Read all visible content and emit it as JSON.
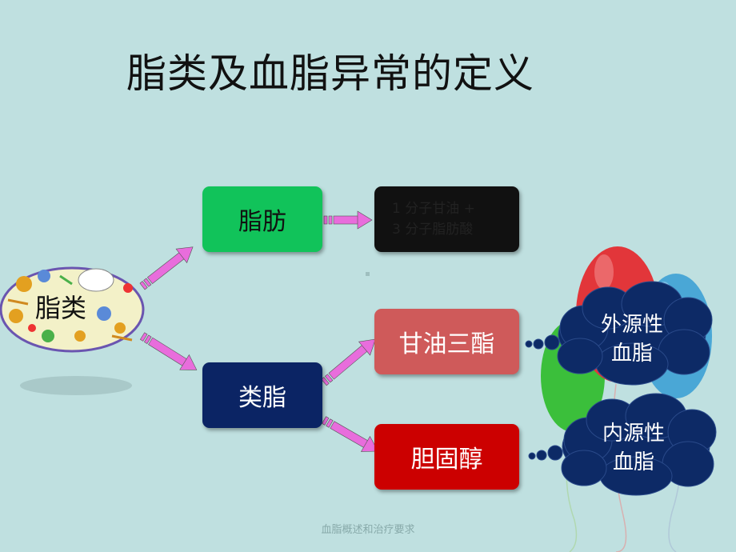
{
  "title": "脂类及血脂异常的定义",
  "nodes": {
    "lipid": "脂类",
    "fatty": "脂肪",
    "lipoid": "类脂",
    "glycerol_line1": "1  分子甘油  +",
    "glycerol_line2": "3  分子脂肪酸",
    "tg": "甘油三酯",
    "chol": "胆固醇",
    "exo_line1": "外源性",
    "exo_line2": "血脂",
    "endo_line1": "内源性",
    "endo_line2": "血脂"
  },
  "footer": "血脂概述和治疗要求",
  "colors": {
    "background": "#bfe0e0",
    "fatty": "#11c35a",
    "lipoid": "#0b2464",
    "glycerol": "#111111",
    "tg": "#cf5a5a",
    "chol": "#cc0000",
    "arrow": "#e86ddc",
    "cloud": "#0d2a66"
  }
}
